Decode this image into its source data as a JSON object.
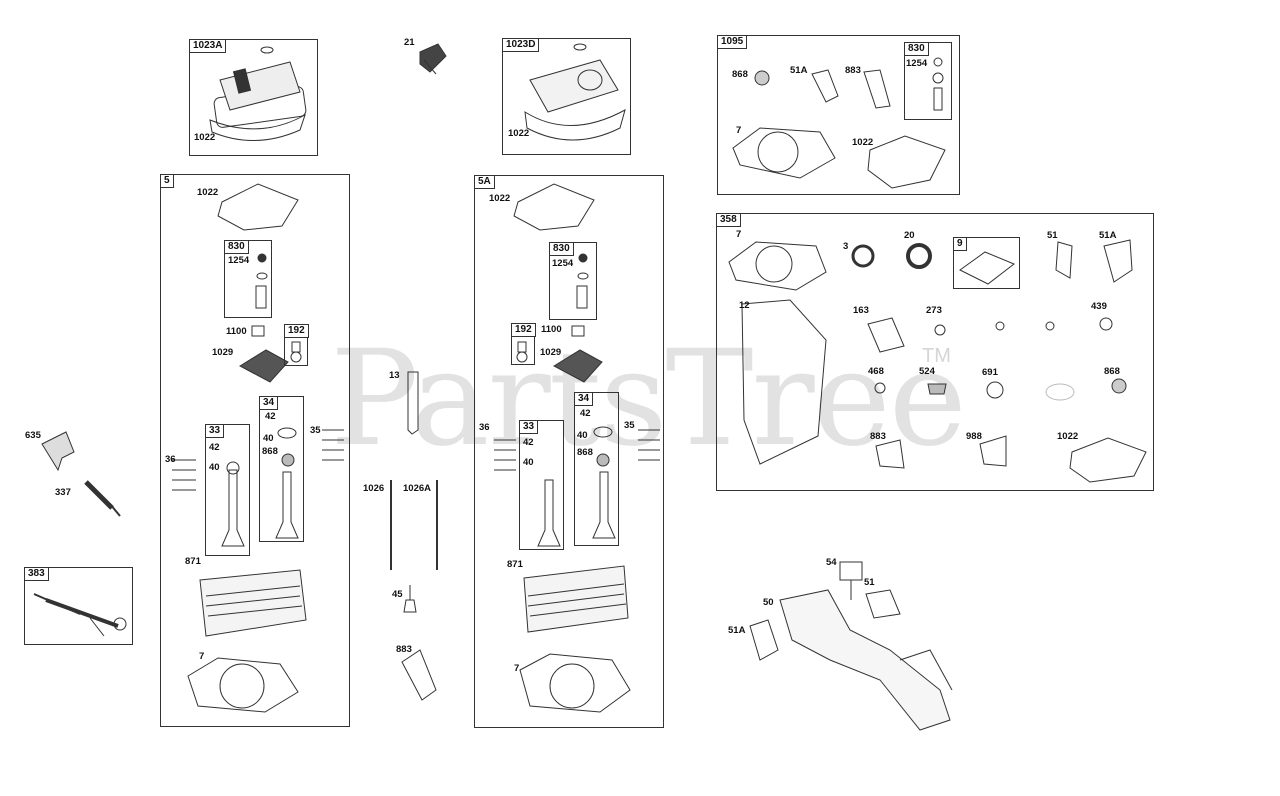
{
  "watermark": {
    "text": "PartsTree",
    "tm": "TM"
  },
  "boxes": {
    "b1023A": "1023A",
    "b1023D": "1023D",
    "b5": "5",
    "b5A": "5A",
    "b1095": "1095",
    "b358": "358",
    "b383": "383",
    "b830a": "830",
    "b830b": "830",
    "b830c": "830",
    "b192a": "192",
    "b192b": "192",
    "b33a": "33",
    "b34a": "34",
    "b33b": "33",
    "b34b": "34",
    "b9": "9"
  },
  "labels": {
    "l1022_1023A": "1022",
    "l21": "21",
    "l1022_1023D": "1022",
    "l868_1095": "868",
    "l51A_1095": "51A",
    "l883_1095": "883",
    "l1254_1095": "1254",
    "l7_1095": "7",
    "l1022_1095": "1022",
    "l1022_5": "1022",
    "l1254_5": "1254",
    "l1100_5": "1100",
    "l1029_5": "1029",
    "l36_5": "36",
    "l42_33a": "42",
    "l40_33a": "40",
    "l42_34a": "42",
    "l40_34a": "40",
    "l868_34a": "868",
    "l35_5": "35",
    "l871_5": "871",
    "l7_5": "7",
    "l635": "635",
    "l337": "337",
    "l13": "13",
    "l1026": "1026",
    "l1026A": "1026A",
    "l45": "45",
    "l883_mid": "883",
    "l1022_5A": "1022",
    "l1254_5A": "1254",
    "l1100_5A": "1100",
    "l1029_5A": "1029",
    "l36_5A": "36",
    "l42_33b": "42",
    "l40_33b": "40",
    "l42_34b": "42",
    "l40_34b": "40",
    "l868_34b": "868",
    "l35_5A": "35",
    "l871_5A": "871",
    "l7_5A": "7",
    "l7_358": "7",
    "l3_358": "3",
    "l20_358": "20",
    "l51_358": "51",
    "l51A_358": "51A",
    "l12_358": "12",
    "l163_358": "163",
    "l273_358": "273",
    "l439_358": "439",
    "l468_358": "468",
    "l524_358": "524",
    "l691_358": "691",
    "l868_358": "868",
    "l883_358": "883",
    "l988_358": "988",
    "l1022_358": "1022",
    "l54": "54",
    "l51": "51",
    "l50": "50",
    "l51A": "51A"
  }
}
